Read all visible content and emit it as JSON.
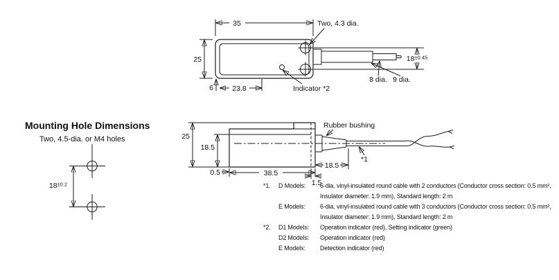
{
  "mounting": {
    "title": "Mounting Hole Dimensions",
    "subtitle": "Two, 4.5-dia. or M4 holes",
    "dim_main": "18",
    "dim_tol": "±0.2"
  },
  "top_view": {
    "dim_width": "35",
    "holes_label": "Two, 4.3 dia.",
    "dim_height": "25",
    "dim_6": "6",
    "dim_238": "23.8",
    "indicator_label": "Indicator *2",
    "dia8": "8 dia.",
    "dia9": "9 dia.",
    "dim18_main": "18",
    "dim18_tol": "±0.45"
  },
  "side_view": {
    "dim_25": "25",
    "dim_185v": "18.5",
    "dim_05": "0.5",
    "dim_385": "38.5",
    "dim_185h": "18.5",
    "dim_15": "1.5",
    "bushing_label": "Rubber bushing",
    "cable_ref": "*1"
  },
  "notes": [
    {
      "ref": "*1.",
      "model": "D Models:",
      "text": "6-dia. vinyl-insulated round cable with 2 conductors (Conductor cross section: 0.5 mm²,"
    },
    {
      "ref": "",
      "model": "",
      "text": "Insulator diameter: 1.9 mm), Standard length: 2 m"
    },
    {
      "ref": "",
      "model": "E Models:",
      "text": "6-dia. vinyl-insulated round cable with 3 conductors (Conductor cross section: 0.5 mm²,"
    },
    {
      "ref": "",
      "model": "",
      "text": "Insulator diameter: 1.9 mm), Standard length: 2 m"
    },
    {
      "ref": "*2.",
      "model": "D1 Models:",
      "text": "Operation indicator (red), Setting indicator (green)"
    },
    {
      "ref": "",
      "model": "D2 Models:",
      "text": "Operation indicator (red)"
    },
    {
      "ref": "",
      "model": "E Models:",
      "text": "Detection indicator (red)"
    }
  ],
  "colors": {
    "line": "#1a1a1a",
    "text": "#111111",
    "bg": "#ffffff"
  }
}
